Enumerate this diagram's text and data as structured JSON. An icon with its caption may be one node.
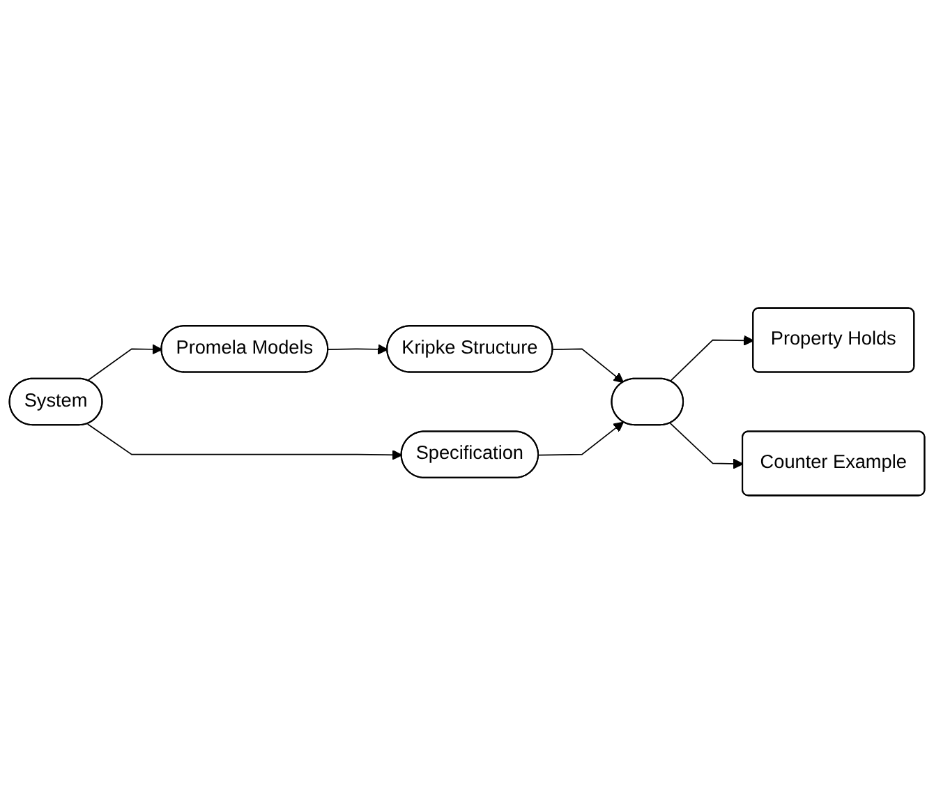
{
  "diagram": {
    "nodes": [
      {
        "text": [
          "Promela Models"
        ]
      },
      {
        "text": [
          "Kripke Structure"
        ]
      },
      {
        "text": [
          "Property Holds"
        ]
      },
      {
        "text": [
          "System"
        ]
      },
      {
        "text": [],
        "shape": "ellipse"
      },
      {
        "text": [
          "Counter Example"
        ]
      },
      {
        "text": [
          "Specification"
        ]
      }
    ],
    "edges": [
      {
        "from": 3,
        "to": 0,
        "arrow": "to"
      },
      {
        "from": 0,
        "to": 1,
        "arrow": "to"
      },
      {
        "from": 1,
        "to": 4,
        "arrow": "to"
      },
      {
        "from": 4,
        "to": 2,
        "arrow": "to"
      },
      {
        "from": 4,
        "to": 5,
        "arrow": "to"
      },
      {
        "from": 3,
        "to": 6,
        "arrow": "to"
      },
      {
        "from": 6,
        "to": 4,
        "arrow": "to"
      }
    ]
  }
}
